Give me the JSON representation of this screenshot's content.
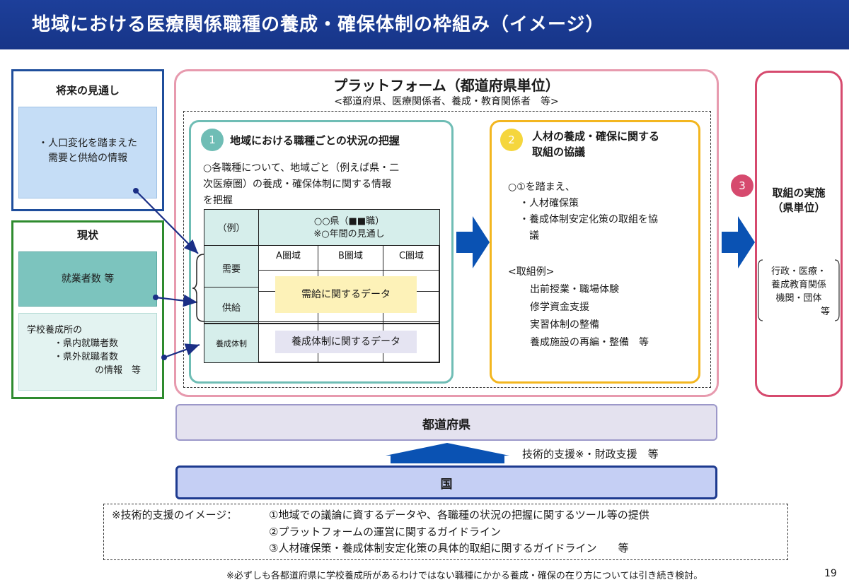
{
  "header": {
    "title": "地域における医療関係職種の養成・確保体制の枠組み（イメージ）"
  },
  "future": {
    "title": "将来の見通し",
    "lines": [
      "・人口変化を踏まえた",
      "需要と供給の情報"
    ]
  },
  "current": {
    "title": "現状",
    "workers": "就業者数 等",
    "school_lines": [
      "学校養成所の",
      "・県内就職者数",
      "・県外就職者数",
      "の情報　等"
    ]
  },
  "platform": {
    "title": "プラットフォーム（都道府県単位）",
    "subtitle": "<都道府県、医療関係者、養成・教育関係者　等>"
  },
  "step1": {
    "num": "1",
    "title": "地域における職種ごとの状況の把握",
    "desc": [
      "○各職種について、地域ごと（例えば県・二",
      "次医療圏）の養成・確保体制に関する情報",
      "を把握"
    ],
    "table": {
      "example": "（例）",
      "header_lines": [
        "○○県（■■職）",
        "※○年間の見通し"
      ],
      "areas": [
        "A圏域",
        "B圏域",
        "C圏域"
      ],
      "demand": "需要",
      "supply": "供給",
      "training": "養成体制",
      "supply_data": "需給に関するデータ",
      "training_data": "養成体制に関するデータ"
    }
  },
  "step2": {
    "num": "2",
    "title_lines": [
      "人材の養成・確保に関する",
      "取組の協議"
    ],
    "lines": [
      "○①を踏まえ、",
      "・人材確保策",
      "・養成体制安定化策の取組を協",
      "議"
    ],
    "examples_title": "<取組例>",
    "examples": [
      "出前授業・職場体験",
      "修学資金支援",
      "実習体制の整備",
      "養成施設の再編・整備　等"
    ]
  },
  "step3": {
    "num": "3",
    "title_lines": [
      "取組の実施",
      "（県単位）"
    ],
    "actors": [
      "行政・医療・",
      "養成教育関係",
      "機関・団体",
      "等"
    ]
  },
  "prefecture": {
    "label": "都道府県"
  },
  "support": {
    "label": "技術的支援※・財政支援　等"
  },
  "country": {
    "label": "国"
  },
  "note": {
    "prefix": "※技術的支援のイメージ：",
    "items": [
      "①地域での議論に資するデータや、各職種の状況の把握に関するツール等の提供",
      "②プラットフォームの運営に関するガイドライン",
      "③人材確保策・養成体制安定化策の具体的取組に関するガイドライン　　等"
    ]
  },
  "footnote": "※必ずしも各都道府県に学校養成所があるわけではない職種にかかる養成・確保の在り方については引き続き検討。",
  "page_number": "19",
  "colors": {
    "header": "#1d3f9a",
    "future_border": "#1f4e9c",
    "future_fill": "#c5ddf6",
    "current_border": "#2e8b2e",
    "workers_fill": "#7cc4be",
    "school_fill": "#e3f3f1",
    "platform_border": "#e79aae",
    "step1_border": "#6fbdb5",
    "step2_border": "#f3b61f",
    "step3_border": "#d64a6e",
    "arrow": "#0a52b3",
    "supply_fill": "#fdf2b8",
    "training_fill": "#e5e4f2",
    "prefecture_fill": "#e4e2ef",
    "country_fill": "#c5cff4"
  }
}
